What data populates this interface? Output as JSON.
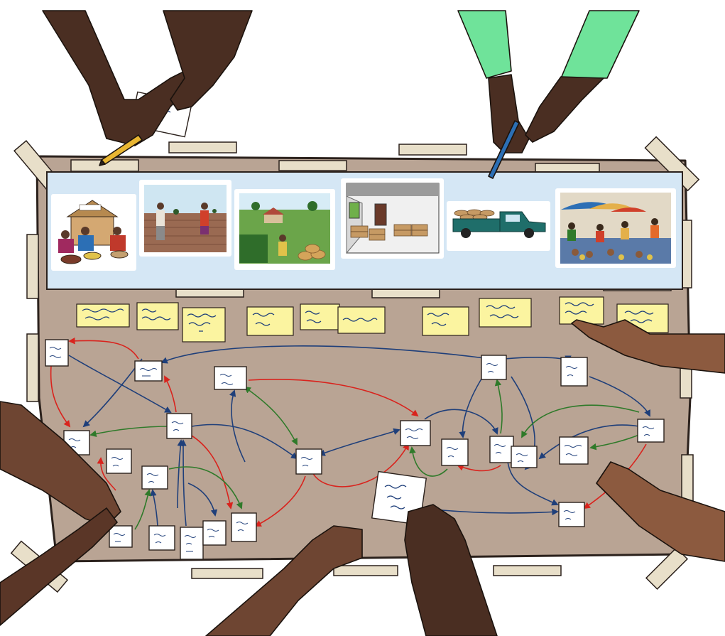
{
  "scene": {
    "description_free": true,
    "storefront_sign": "",
    "colors": {
      "board": "#b9a494",
      "board_outline": "#2b211c",
      "tape": "#e8dfc9",
      "photo_strip": "#d5e7f5",
      "sticky_yellow": "#fbf4a0",
      "card_white": "#ffffff",
      "ink_blue": "#1f3f7a",
      "arrow_red": "#d9231d",
      "arrow_blue": "#1f3f7a",
      "arrow_green": "#2f7a2a",
      "skin_dark": "#4a2e22",
      "skin_medium": "#6e4532",
      "skin_light": "#8c5a3f",
      "sleeve_green": "#6fe39a",
      "truck_teal": "#1f6e6a"
    },
    "photos": [
      {
        "name": "photo-market-women-sorting",
        "icon": "hut-people"
      },
      {
        "name": "photo-field-planting",
        "icon": "field-workers"
      },
      {
        "name": "photo-crop-harvest",
        "icon": "crop-field"
      },
      {
        "name": "photo-storage-room",
        "icon": "sacks-room"
      },
      {
        "name": "photo-transport-truck",
        "icon": "pickup-truck"
      },
      {
        "name": "photo-market-stalls",
        "icon": "market-umbrellas"
      }
    ],
    "icons": [
      "pencil-icon",
      "pen-icon"
    ]
  }
}
